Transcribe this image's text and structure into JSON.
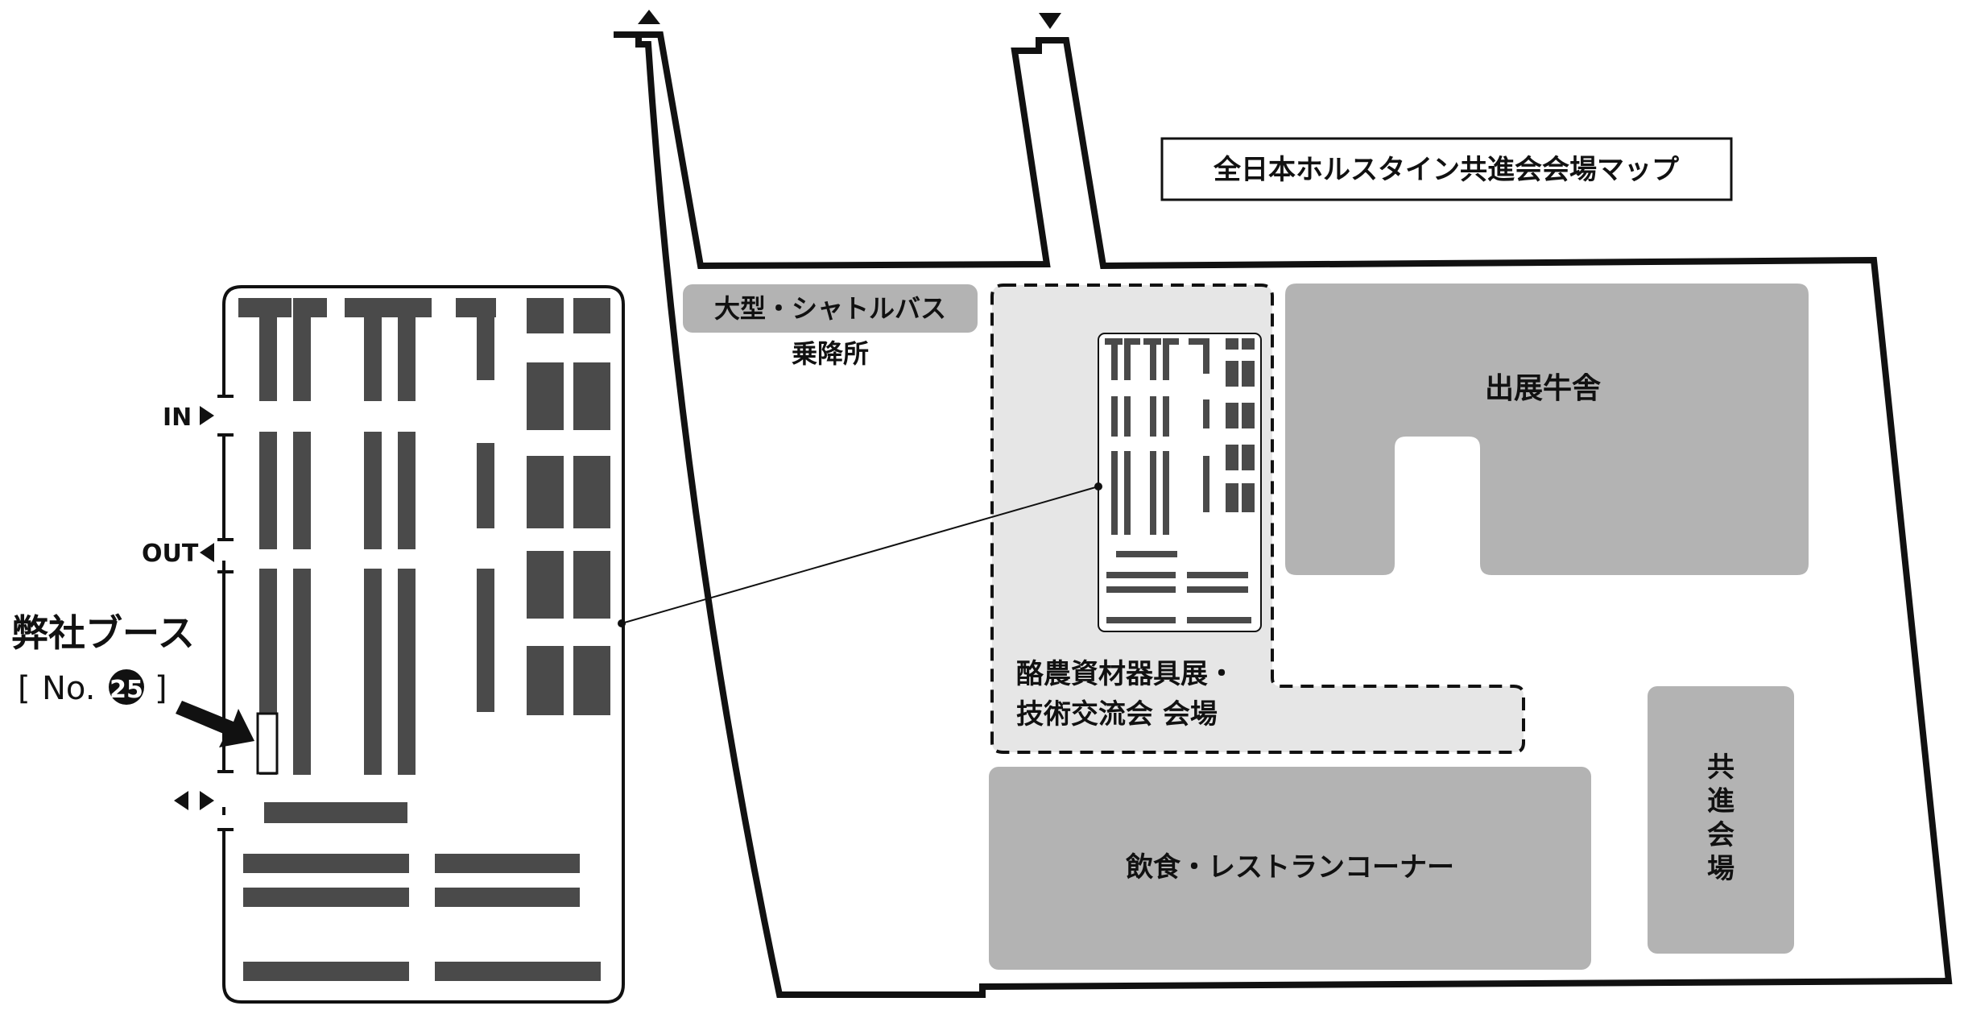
{
  "map": {
    "title": "全日本ホルスタイン共進会会場マップ",
    "venue": {
      "bus_stop_line1": "大型・シャトルバス",
      "bus_stop_line2": "乗降所",
      "exhibit_barn": "出展牛舎",
      "dairy_hall_line1": "酪農資材器具展・",
      "dairy_hall_line2": "技術交流会 会場",
      "food_court": "飲食・レストランコーナー",
      "show_ring": [
        "共",
        "進",
        "会",
        "場"
      ]
    },
    "detail": {
      "in_label": "IN",
      "out_label": "OUT",
      "our_booth_label": "弊社ブース",
      "booth_bracket_open": "[",
      "booth_no_prefix": "No.",
      "booth_number": "25",
      "booth_bracket_close": "]"
    },
    "colors": {
      "outline": "#111111",
      "area_fill": "#b3b3b3",
      "dashed_area_fill": "#e6e6e6",
      "booth_fill": "#4a4a4a"
    }
  }
}
